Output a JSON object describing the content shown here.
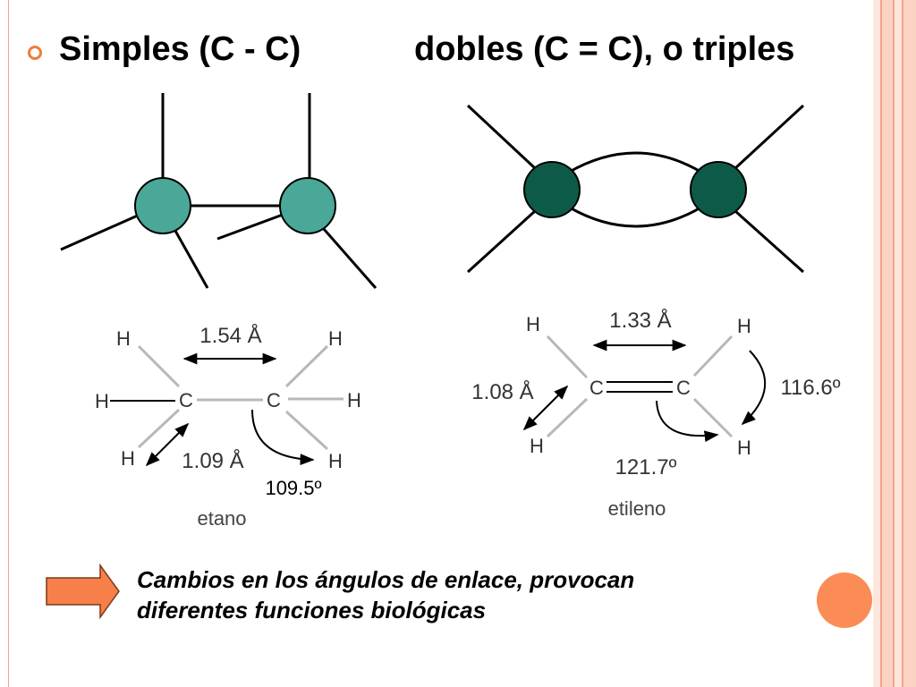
{
  "slide": {
    "title_left": "Simples (C - C)",
    "title_right": "dobles (C = C), o triples",
    "caption_line1": "Cambios en los ángulos de enlace, provocan",
    "caption_line2": "diferentes funciones biológicas"
  },
  "ethane": {
    "name": "etano",
    "atoms": {
      "h_top_left": "H",
      "h_left": "H",
      "h_bottom_left": "H",
      "c_left": "C",
      "c_right": "C",
      "h_top_right": "H",
      "h_right": "H",
      "h_bottom_right": "H"
    },
    "cc_length": "1.54 Å",
    "ch_length": "1.09 Å",
    "angle": "109.5º"
  },
  "ethylene": {
    "name": "etileno",
    "atoms": {
      "h_top_left": "H",
      "h_bottom_left": "H",
      "c_left": "C",
      "c_right": "C",
      "h_top_right": "H",
      "h_bottom_right": "H"
    },
    "cc_length": "1.33 Å",
    "ch_length": "1.08 Å",
    "angle_hch": "116.6º",
    "angle_hcc": "121.7º"
  },
  "colors": {
    "single_bond_atom": "#4aa898",
    "double_bond_atom": "#0e5a48",
    "accent": "#f07c3c",
    "arrow_fill": "#f77f4a",
    "frame": "#f3a48e"
  }
}
